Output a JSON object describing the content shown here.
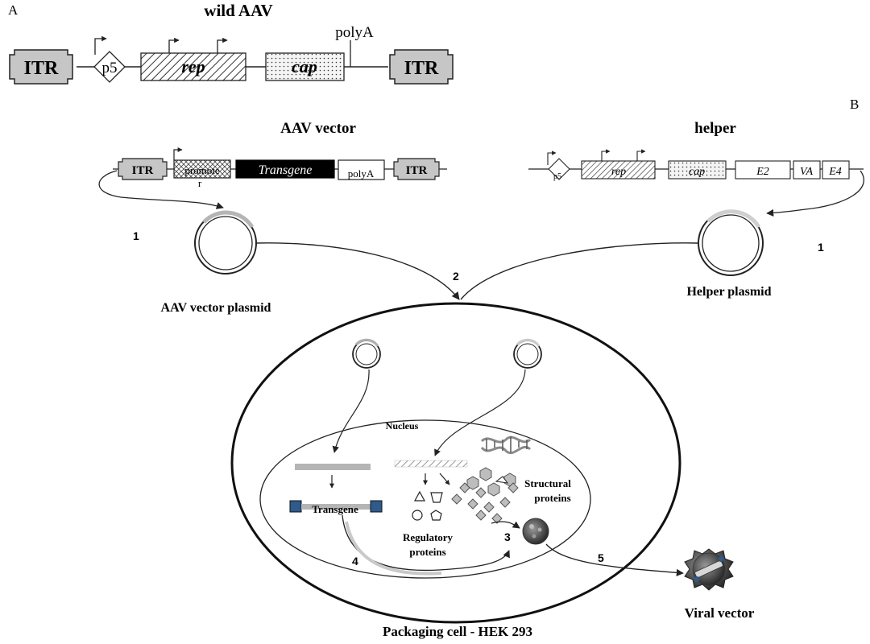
{
  "panel_a": {
    "letter": "A",
    "title": "wild AAV",
    "itr_left": "ITR",
    "itr_right": "ITR",
    "p5": "p5",
    "rep": "rep",
    "cap": "cap",
    "polya": "polyA"
  },
  "panel_b": {
    "letter": "B",
    "vector_title": "AAV vector",
    "helper_title": "helper",
    "vector": {
      "itr_left": "ITR",
      "promoter": "promote",
      "promoter_r": "r",
      "transgene": "Transgene",
      "polya": "polyA",
      "itr_right": "ITR"
    },
    "helper": {
      "p5": "p5",
      "rep": "rep",
      "cap": "cap",
      "e2": "E2",
      "va": "VA",
      "e4": "E4"
    },
    "step_1_left": "1",
    "step_1_right": "1",
    "step_2": "2",
    "vector_plasmid": "AAV vector plasmid",
    "helper_plasmid": "Helper plasmid"
  },
  "cell": {
    "nucleus": "Nucleus",
    "transgene": "Transgene",
    "structural_line1": "Structural",
    "structural_line2": "proteins",
    "regulatory_line1": "Regulatory",
    "regulatory_line2": "proteins",
    "step_3": "3",
    "step_4": "4",
    "step_5": "5",
    "packaging_cell": "Packaging cell - HEK 293",
    "viral_vector": "Viral vector"
  }
}
